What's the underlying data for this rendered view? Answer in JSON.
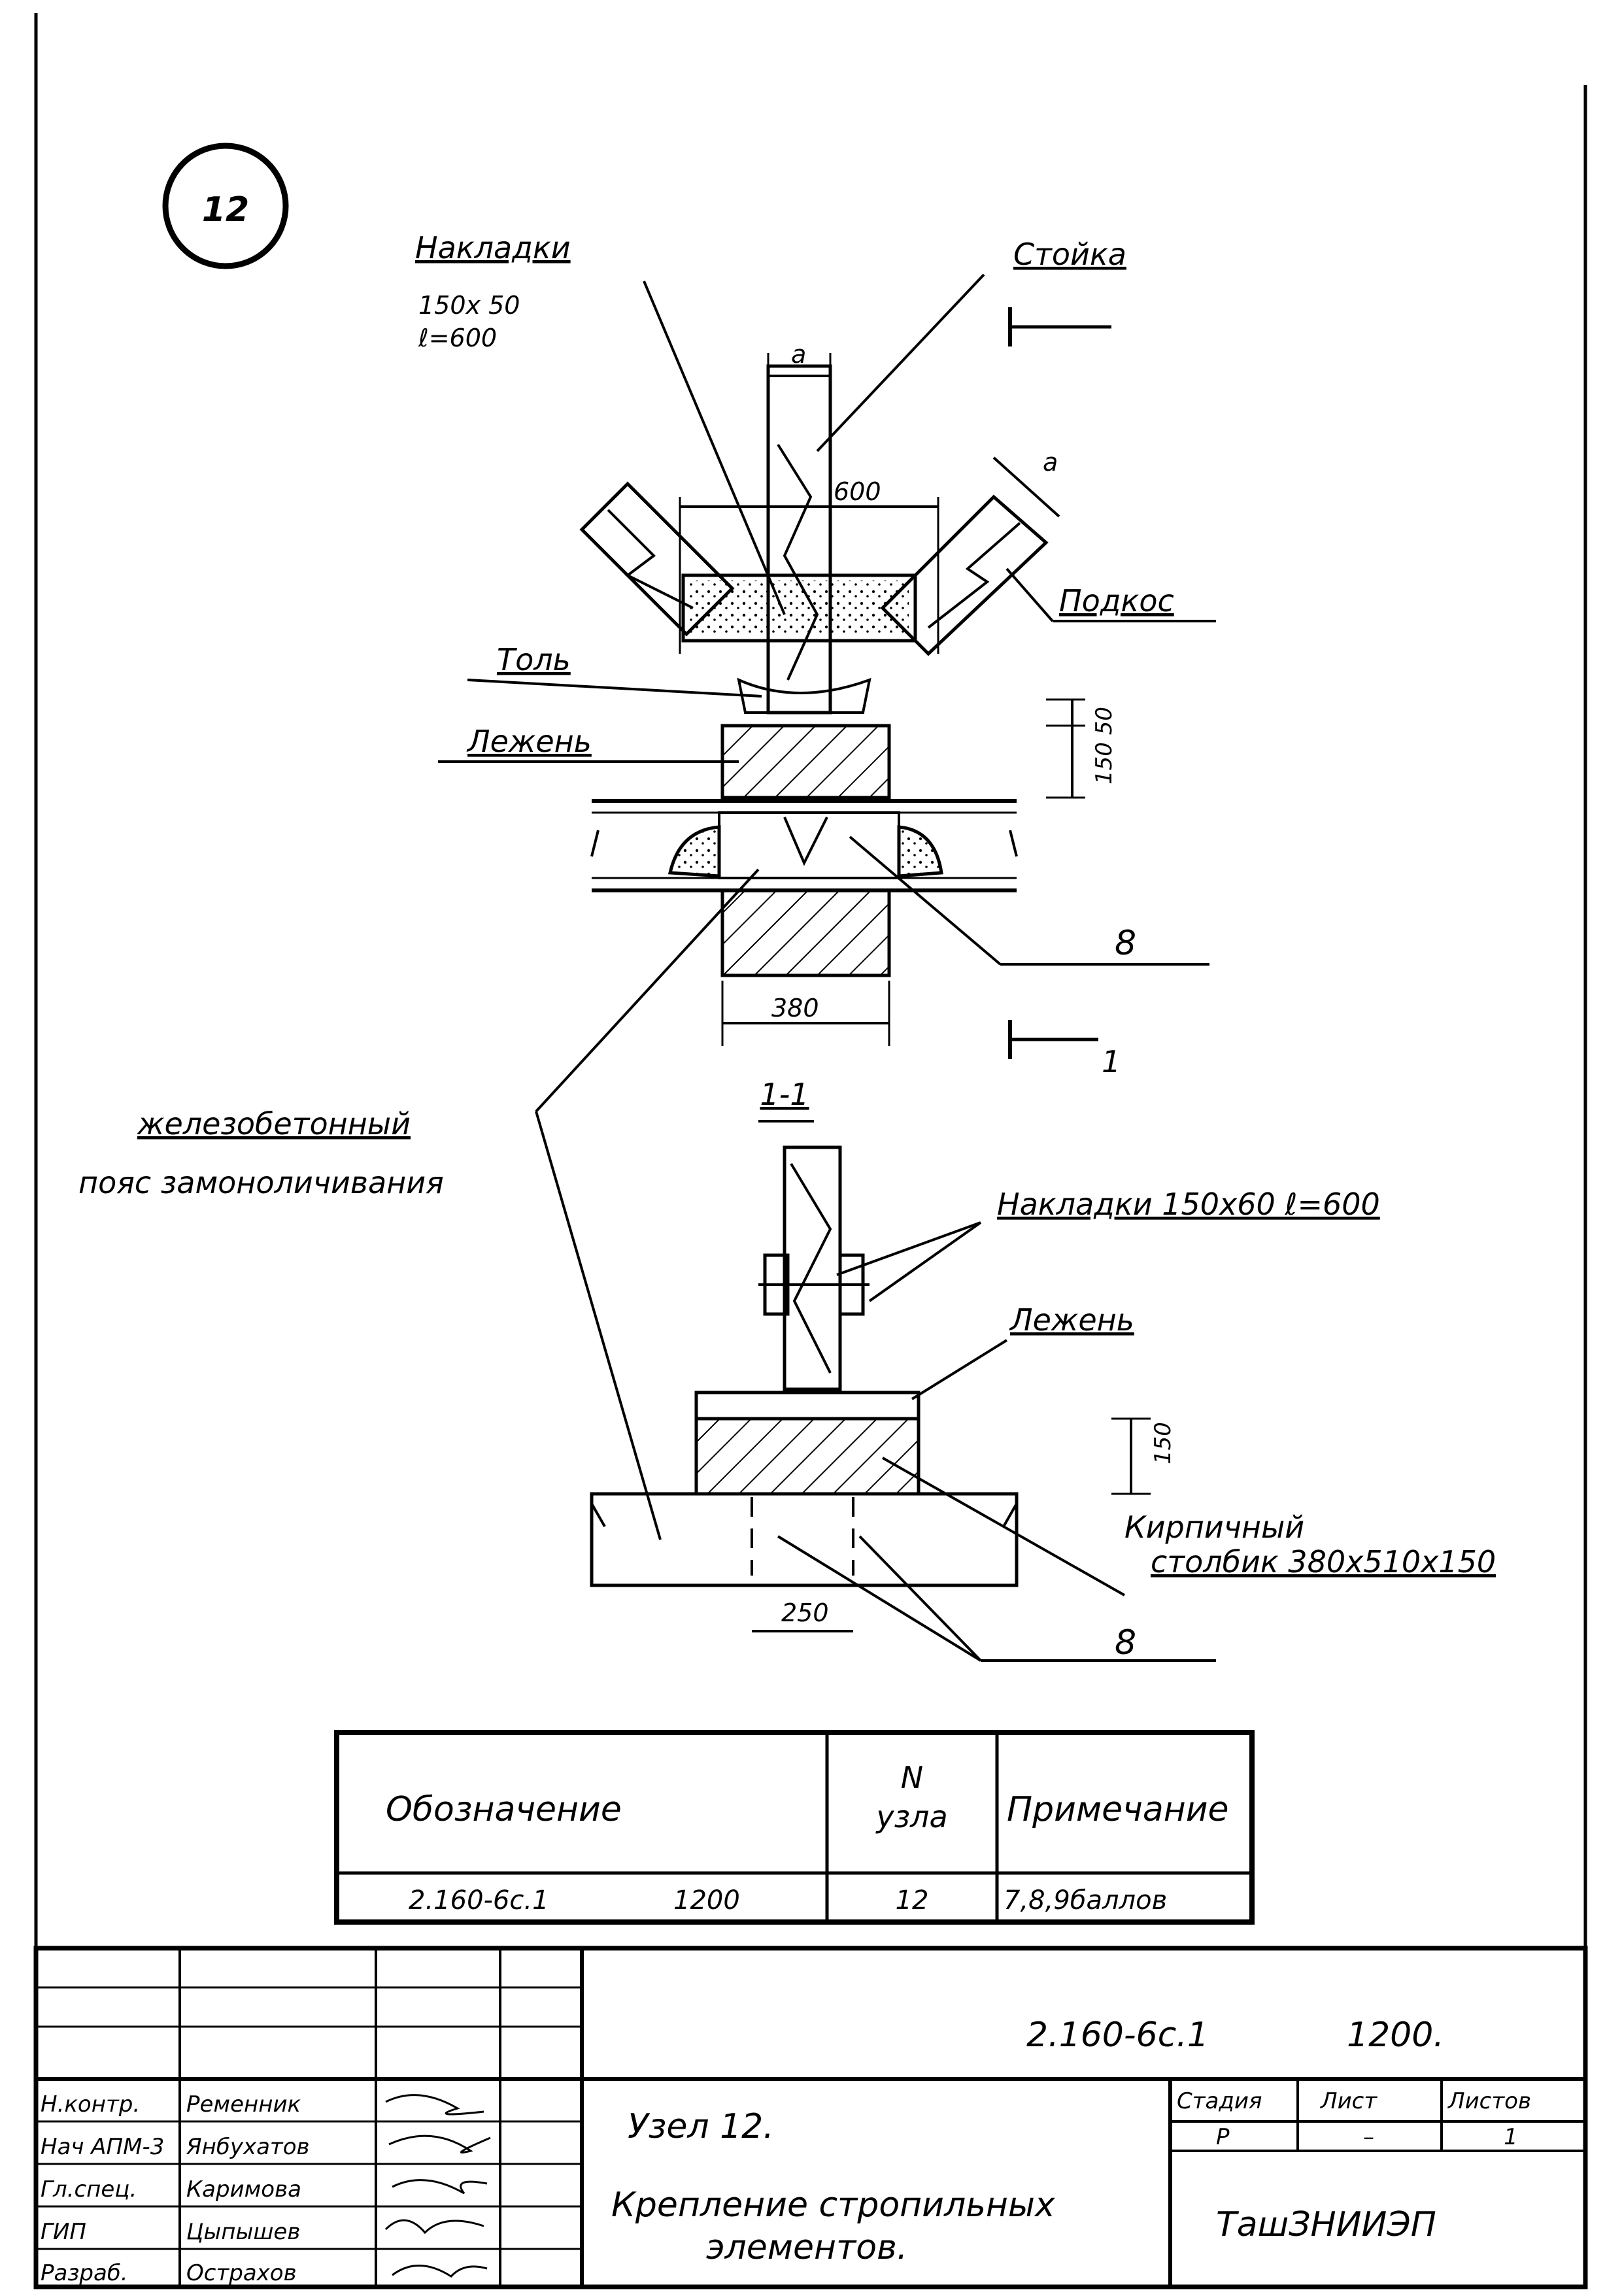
{
  "detail": {
    "number": "12",
    "section_mark": "1",
    "section_title": "1-1"
  },
  "labels": {
    "nakladki_top": "Накладки",
    "nakladki_size": "150x 50",
    "nakladki_len": "ℓ=600",
    "stoyka": "Стойка",
    "podkos": "Подкос",
    "tal": "Толь",
    "lezhen_top": "Лежень",
    "belt_line1": "железобетонный",
    "belt_line2": "пояс замоноличивания",
    "nakladki_section": "Накладки 150x60 ℓ=600",
    "lezhen_section": "Лежень",
    "kirpich_line1": "Кирпичный",
    "kirpich_line2": "столбик 380x510x150",
    "pos_8_top": "8",
    "pos_8_bottom": "8"
  },
  "dimensions": {
    "a_top": "a",
    "a_brace": "a",
    "d600": "600",
    "d150_50": "150 50",
    "d380": "380",
    "d150": "150",
    "d250": "250"
  },
  "table": {
    "headers": {
      "designation": "Обозначение",
      "node_n": "N",
      "node_word": "узла",
      "note": "Примечание"
    },
    "row": {
      "designation": "2.160-6с.1",
      "code": "1200",
      "node": "12",
      "note": "7,8,9баллов"
    }
  },
  "title_block": {
    "doc_code": "2.160-6с.1",
    "doc_num": "1200.",
    "roles": [
      "Н.контр.",
      "Нач АПМ-3",
      "Гл.спец.",
      "ГИП",
      "Разраб."
    ],
    "names": [
      "Ременник",
      "Янбухатов",
      "Каримова",
      "Цыпышев",
      "Острахов"
    ],
    "node_title": "Узел 12.",
    "desc_line1": "Крепление стропильных",
    "desc_line2": "элементов.",
    "stage_h": "Стадия",
    "sheet_h": "Лист",
    "sheets_h": "Листов",
    "stage_v": "Р",
    "sheet_v": "–",
    "sheets_v": "1",
    "org": "ТашЗНИИЭП"
  }
}
